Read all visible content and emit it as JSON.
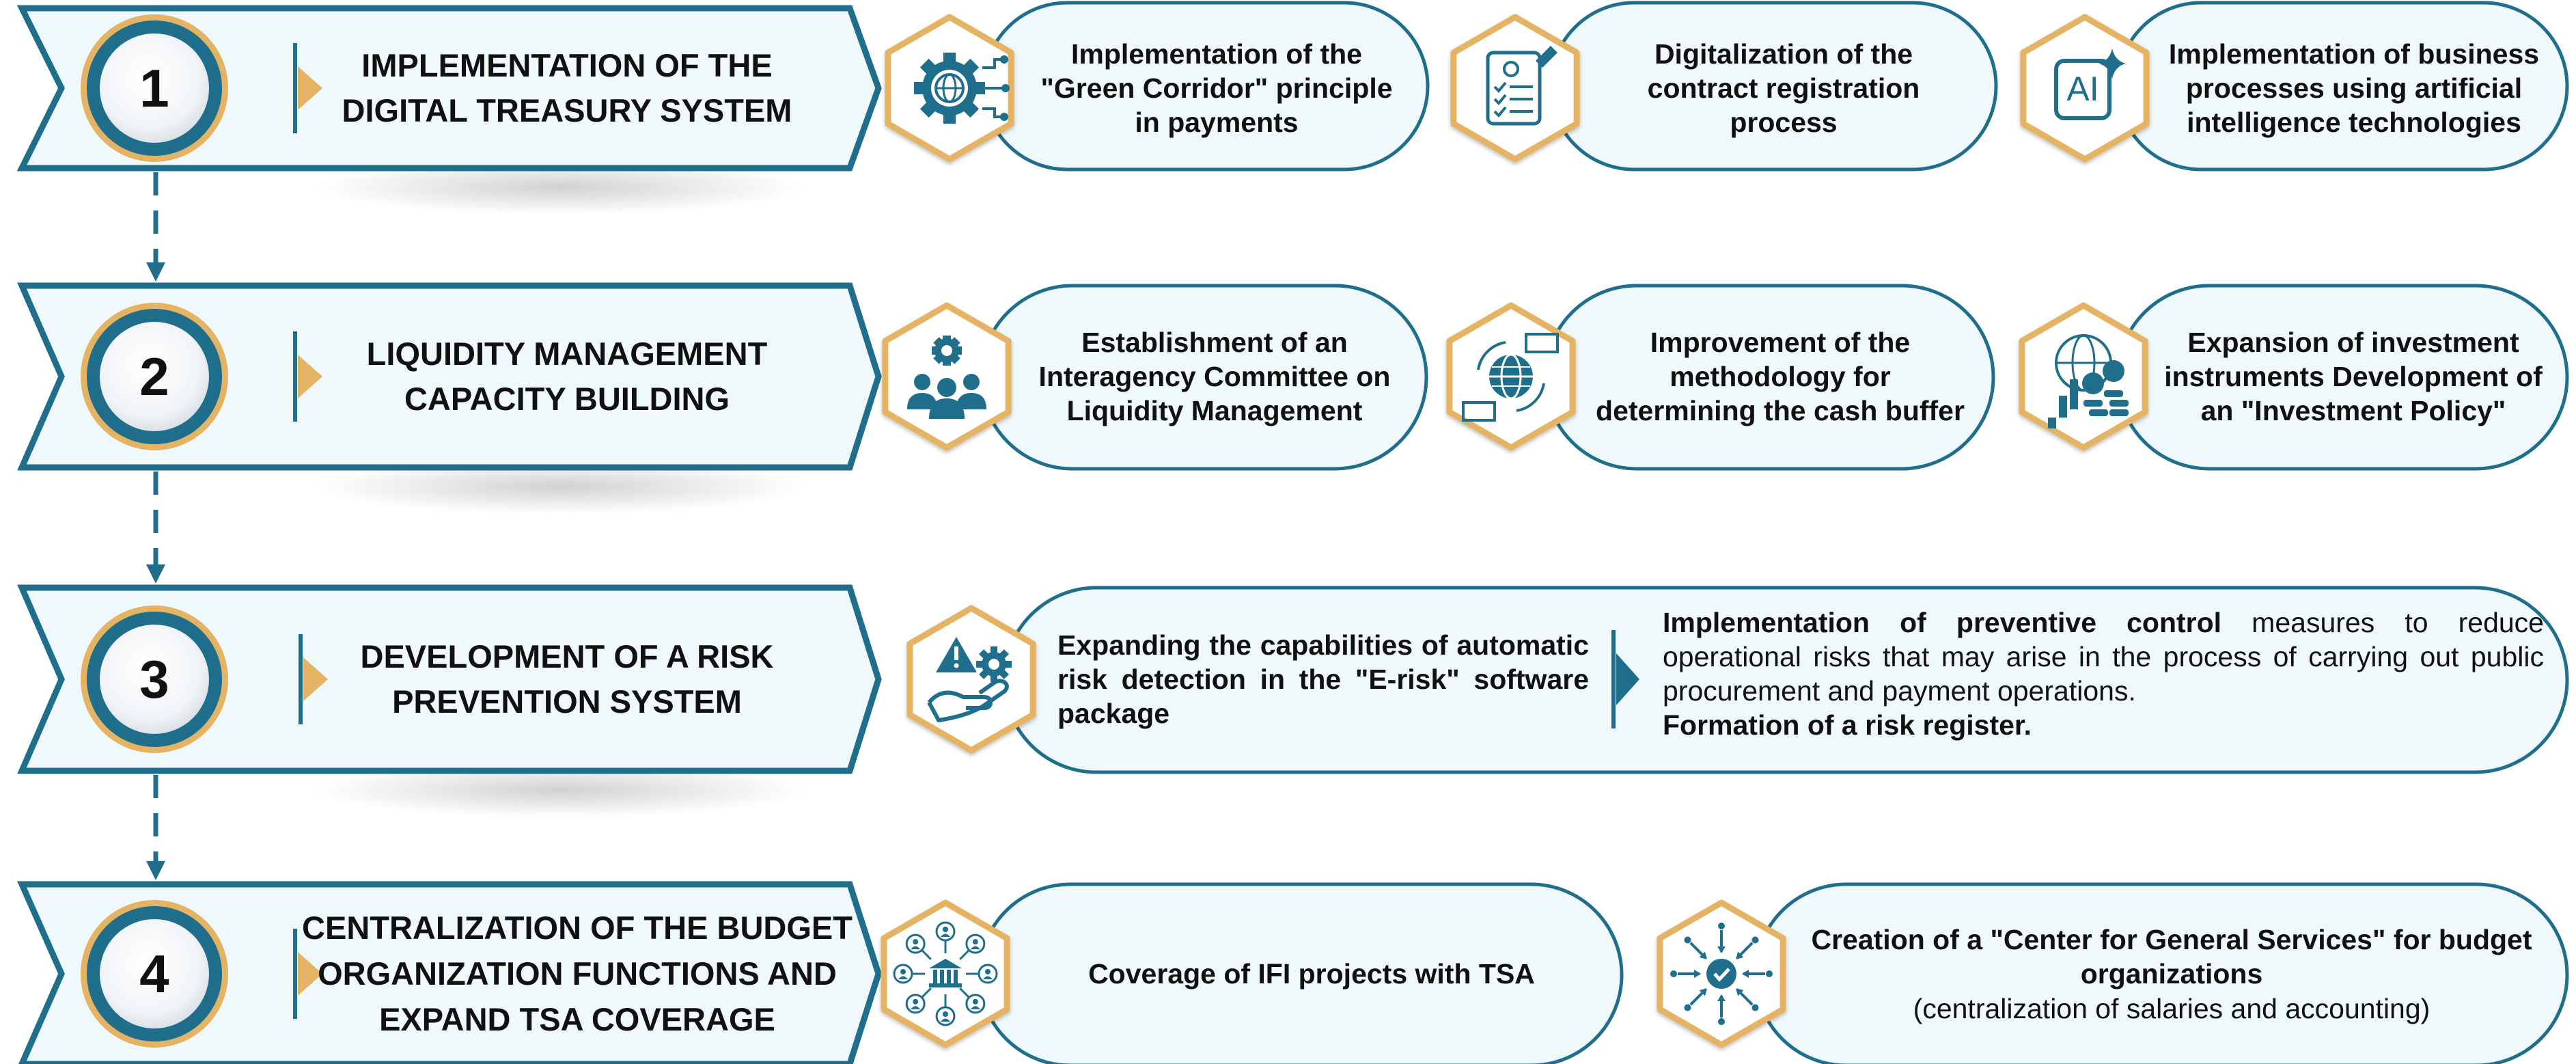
{
  "colors": {
    "teal": "#1e6e8c",
    "gold": "#e4b363",
    "pill_fill": "#eff8fb",
    "text": "#111111"
  },
  "steps": [
    {
      "number": "1",
      "title_lines": [
        "IMPLEMENTATION OF THE",
        "DIGITAL TREASURY SYSTEM"
      ],
      "items": [
        {
          "icon": "gear-circuit-globe-icon",
          "text": "Implementation of the \"Green Corridor\" principle in payments"
        },
        {
          "icon": "checklist-clipboard-icon",
          "text": "Digitalization of the contract registration process"
        },
        {
          "icon": "ai-chip-icon",
          "text": "Implementation of business processes using artificial intelligence technologies"
        }
      ]
    },
    {
      "number": "2",
      "title_lines": [
        "LIQUIDITY MANAGEMENT",
        "CAPACITY BUILDING"
      ],
      "items": [
        {
          "icon": "team-gear-icon",
          "text": "Establishment of an Interagency Committee on Liquidity Management"
        },
        {
          "icon": "globe-money-exchange-icon",
          "text": "Improvement of the methodology for determining the cash buffer"
        },
        {
          "icon": "globe-coins-chart-icon",
          "text": "Expansion of investment instruments Development of an \"Investment Policy\""
        }
      ]
    },
    {
      "number": "3",
      "title_lines": [
        "DEVELOPMENT OF A RISK",
        "PREVENTION SYSTEM"
      ],
      "items": [
        {
          "icon": "hand-warning-gear-icon",
          "text": "Expanding the capabilities of automatic risk detection in the \"E-risk\" software package"
        }
      ],
      "detail": {
        "bold_lead": "Implementation of preventive control",
        "rest": " measures to reduce operational risks that may arise in the process of carrying out public procurement and payment operations.",
        "bold_tail": "Formation of a risk register."
      }
    },
    {
      "number": "4",
      "title_lines": [
        "CENTRALIZATION OF THE BUDGET",
        "ORGANIZATION FUNCTIONS AND",
        "EXPAND TSA COVERAGE"
      ],
      "items": [
        {
          "icon": "bank-network-icon",
          "text": "Coverage of IFI projects with TSA"
        },
        {
          "icon": "centralized-check-arrows-icon",
          "text_bold": "Creation of a \"Center for General Services\" for budget organizations",
          "text_normal": "(centralization of salaries and accounting)"
        }
      ]
    }
  ]
}
